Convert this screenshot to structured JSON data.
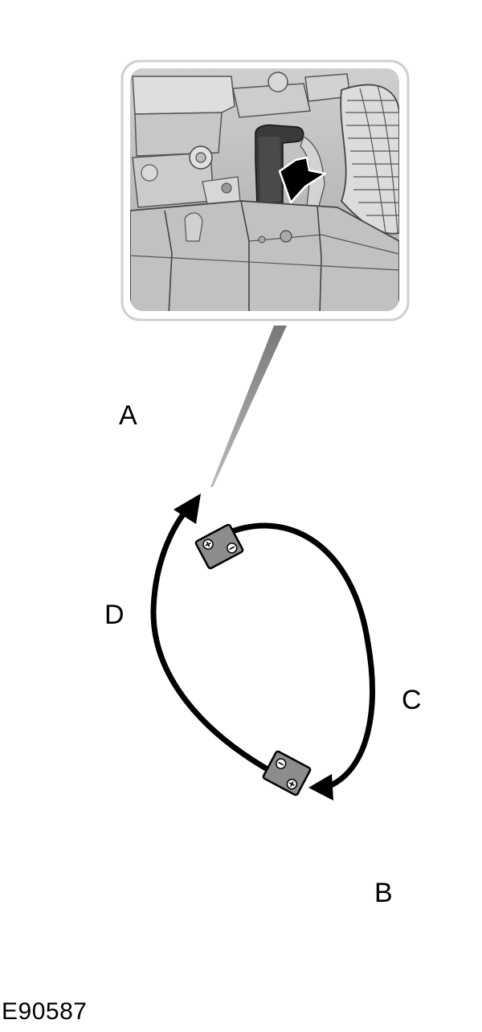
{
  "labels": {
    "a": "A",
    "b": "B",
    "c": "C",
    "d": "D"
  },
  "figure_id": "E90587",
  "icons": {
    "inset": "engine-bay-detail-icon",
    "indicator": "arrow-pointer-icon",
    "battery": "battery-icon",
    "terminal_positive": "plus-icon",
    "terminal_negative": "minus-icon"
  },
  "colors": {
    "cable": "#000000",
    "battery_body": "#8c8c8c",
    "inset_border": "#cfcfcf",
    "engine_bay": "#bdbdbd"
  }
}
